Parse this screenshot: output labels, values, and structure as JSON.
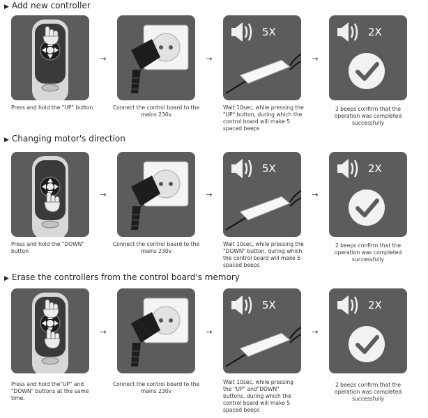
{
  "sections": [
    {
      "title": "Add new controller",
      "arrow": "→",
      "button": "up",
      "captions": {
        "remote": "Press and hold the \"UP\" button",
        "plug": "Connect the control board to the mains 230v",
        "wait": "Wait 10sec, while pressing the \"UP\" button, during which the control board will make 5 spaced beeps",
        "confirm": "2 beeps confirm that the operation was completed successfully"
      },
      "beeps_wait": "5X",
      "beeps_confirm": "2X"
    },
    {
      "title": "Changing motor's direction",
      "arrow": "→",
      "button": "down",
      "captions": {
        "remote": "Press and hold the \"DOWN\" button",
        "plug": "Connect the control board to the mains 230v",
        "wait": "Wait 10sec, while pressing the \"DOWN\" button, during which the control board will make 5 spaced beeps",
        "confirm": "2 beeps confirm that the operation was completed successfully"
      },
      "beeps_wait": "5X",
      "beeps_confirm": "2X"
    },
    {
      "title": "Erase the controllers from the control board's memory",
      "arrow": "→",
      "button": "both",
      "captions": {
        "remote": "Press and hold the\"UP\" and \"DOWN\" buttons at the same time.",
        "plug": "Connect the control board to the mains 230v",
        "wait": "Wait 10sec, while pressing the \"UP\" and\"DOWN\" buttons, during which the control board will make 5 spaced beeps",
        "confirm": "2 beeps confirm that the operation was completed successfully"
      },
      "beeps_wait": "5X",
      "beeps_confirm": "2X"
    }
  ],
  "icons": {
    "section_marker": "triangle-right-icon",
    "remote": "remote-control-icon",
    "hand": "pressing-hand-icon",
    "plug": "plug-socket-icon",
    "speaker": "speaker-icon",
    "control_board": "control-board-icon",
    "check": "checkmark-circle-icon"
  },
  "colors": {
    "tile": "#5c5c5c",
    "text": "#222222"
  }
}
